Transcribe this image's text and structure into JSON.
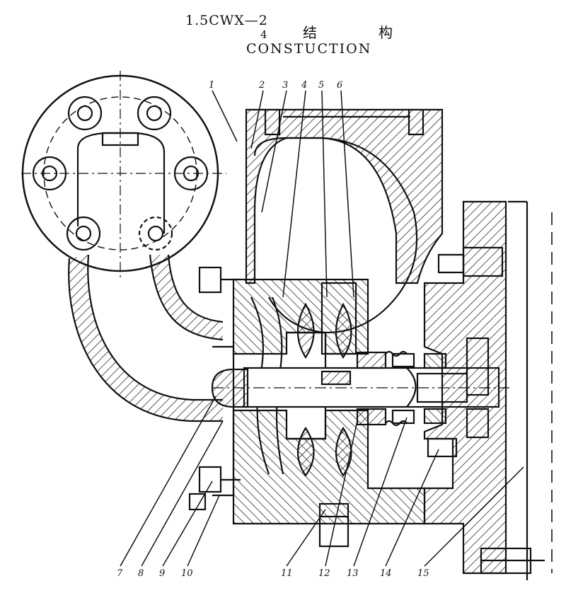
{
  "title": {
    "model": "1.5CWX—2",
    "model_sub": "4",
    "chinese_1": "结",
    "chinese_2": "构",
    "english": "CONSTUCTION"
  },
  "part_numbers": [
    "1",
    "2",
    "3",
    "4",
    "5",
    "6",
    "7",
    "8",
    "9",
    "10",
    "11",
    "12",
    "13",
    "14",
    "15"
  ]
}
